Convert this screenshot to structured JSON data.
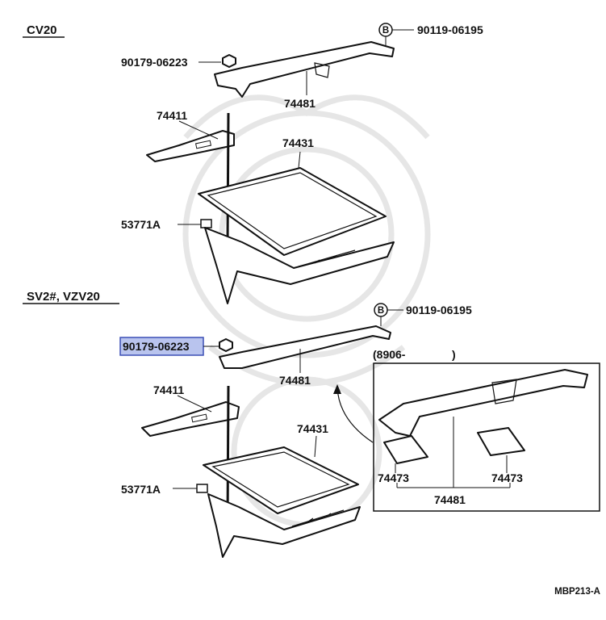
{
  "sections": {
    "top": "CV20",
    "bottom": "SV2#, VZV20"
  },
  "labels": {
    "top_bolt": "90119-06195",
    "top_nut": "90179-06223",
    "top_clamp": "74481",
    "top_hook": "74411",
    "top_tray": "74431",
    "top_rod": "53771A",
    "bot_bolt": "90119-06195",
    "bot_nut": "90179-06223",
    "bot_clamp": "74481",
    "bot_hook": "74411",
    "bot_tray": "74431",
    "bot_rod": "53771A"
  },
  "bolt_marker": "B",
  "inset": {
    "title": "(8906-",
    "title_close": ")",
    "pad_left": "74473",
    "pad_right": "74473",
    "clamp": "74481"
  },
  "figure_ref": "MBP213-A",
  "highlight_color": "#b9c4ee"
}
